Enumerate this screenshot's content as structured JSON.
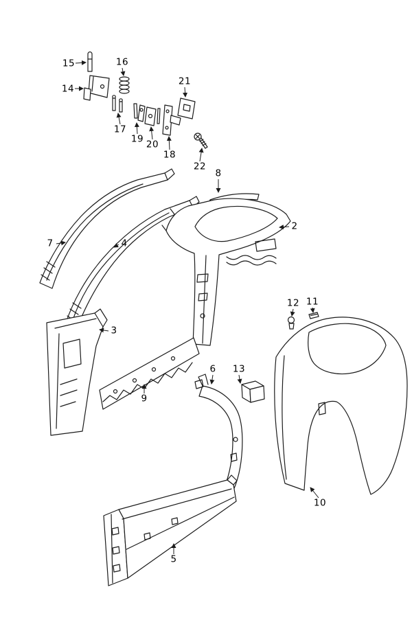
{
  "figure": {
    "background": "#ffffff",
    "line_color": "#1b1b1b",
    "label_color": "#000000"
  },
  "callouts": [
    {
      "num": "15"
    },
    {
      "num": "14"
    },
    {
      "num": "16"
    },
    {
      "num": "17"
    },
    {
      "num": "19"
    },
    {
      "num": "20"
    },
    {
      "num": "18"
    },
    {
      "num": "21"
    },
    {
      "num": "22"
    },
    {
      "num": "8"
    },
    {
      "num": "2"
    },
    {
      "num": "7"
    },
    {
      "num": "4"
    },
    {
      "num": "3"
    },
    {
      "num": "12"
    },
    {
      "num": "11"
    },
    {
      "num": "9"
    },
    {
      "num": "6"
    },
    {
      "num": "13"
    },
    {
      "num": "10"
    },
    {
      "num": "5"
    }
  ]
}
